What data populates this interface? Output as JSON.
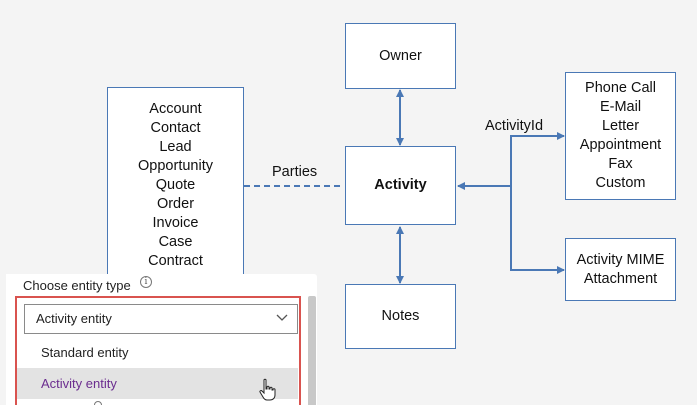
{
  "diagram": {
    "nodes": {
      "owner": {
        "label": "Owner"
      },
      "activity": {
        "label": "Activity"
      },
      "notes": {
        "label": "Notes"
      },
      "parties": {
        "lines": [
          "Account",
          "Contact",
          "Lead",
          "Opportunity",
          "Quote",
          "Order",
          "Invoice",
          "Case",
          "Contract"
        ]
      },
      "types": {
        "lines": [
          "Phone Call",
          "E-Mail",
          "Letter",
          "Appointment",
          "Fax",
          "Custom"
        ]
      },
      "mime": {
        "lines": [
          "Activity MIME",
          "Attachment"
        ]
      }
    },
    "edges": {
      "parties_label": "Parties",
      "activityid_label": "ActivityId"
    },
    "colors": {
      "border": "#4a78b5",
      "connector": "#4a78b5",
      "highlight": "#d9534f",
      "selected_text": "#6b2d8f"
    }
  },
  "entity_picker": {
    "label": "Choose entity type",
    "info_icon": "info-icon",
    "selected_value": "Activity entity",
    "options": [
      {
        "label": "Standard entity",
        "hover": false
      },
      {
        "label": "Activity entity",
        "hover": true
      }
    ]
  }
}
